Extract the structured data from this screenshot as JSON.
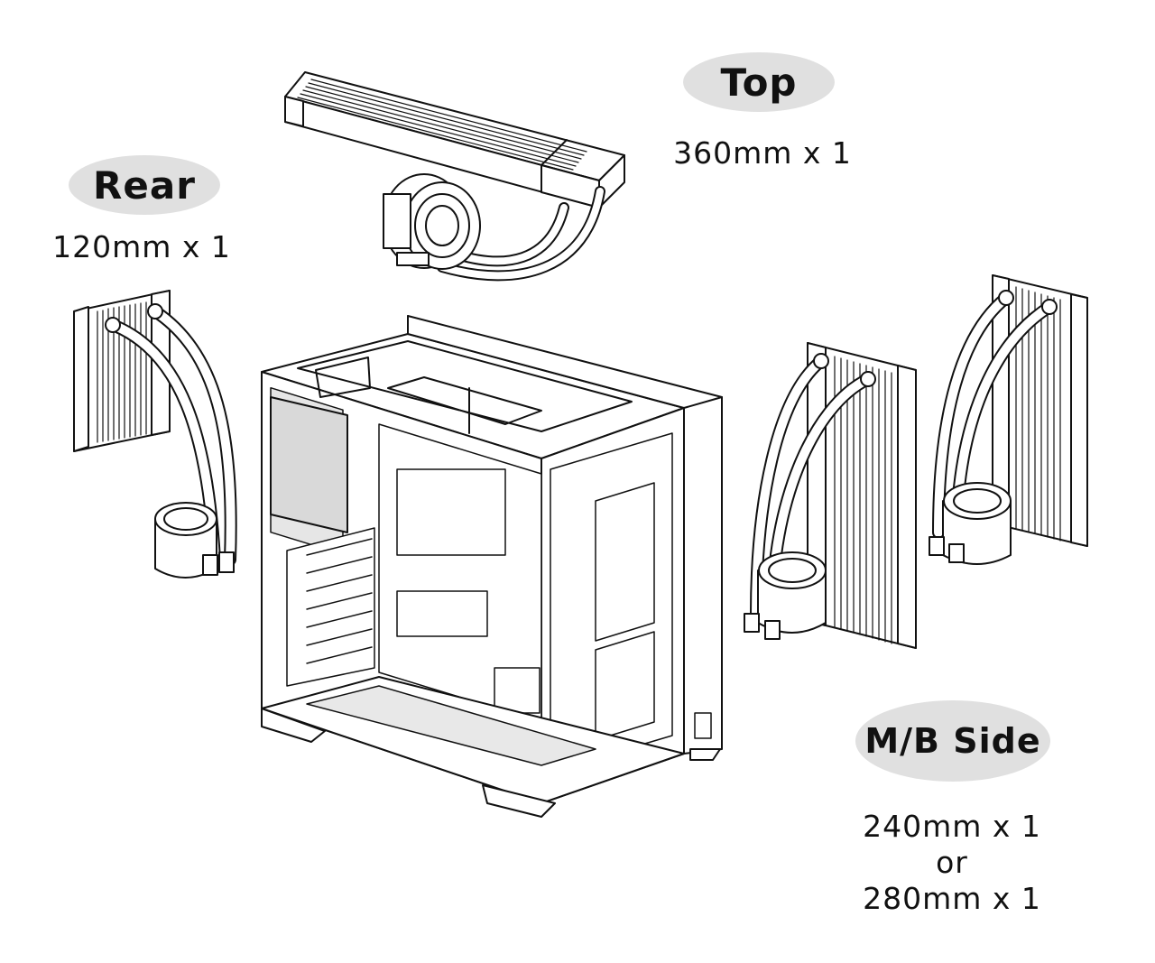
{
  "labels": {
    "rear": {
      "title": "Rear",
      "spec": "120mm x 1"
    },
    "top": {
      "title": "Top",
      "spec": "360mm x 1"
    },
    "mb_side": {
      "title": "M/B Side",
      "spec_lines": [
        "240mm x 1",
        "or",
        "280mm x 1"
      ]
    }
  },
  "colors": {
    "pill": "#e0e0e0",
    "line": "#111111",
    "background": "#ffffff"
  }
}
